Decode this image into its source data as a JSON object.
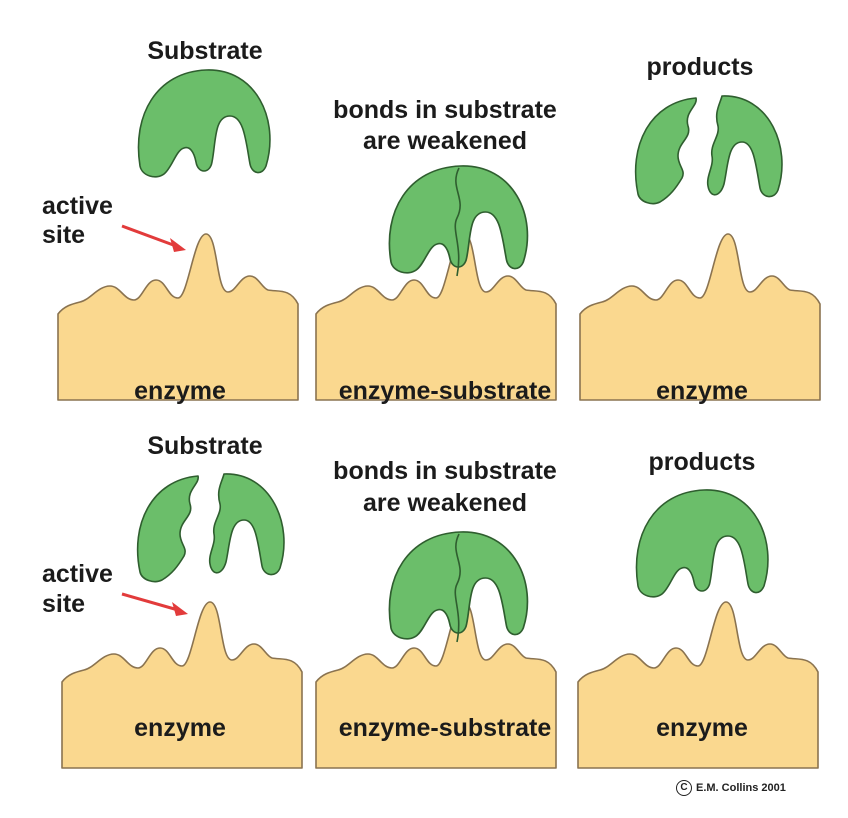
{
  "colors": {
    "enzyme_fill": "#FAD88F",
    "enzyme_stroke": "#8a7350",
    "substrate_fill": "#6BBE6A",
    "substrate_stroke": "#2f5e2f",
    "arrow": "#e23b3b",
    "text": "#1b1b1b"
  },
  "rows": [
    {
      "left_top_label": "Substrate",
      "active_site_label_line1": "active",
      "active_site_label_line2": "site",
      "left_bottom_label": "enzyme",
      "middle_top_label_line1": "bonds in substrate",
      "middle_top_label_line2": "are weakened",
      "middle_bottom_label": "enzyme-substrate",
      "right_top_label": "products",
      "right_bottom_label": "enzyme"
    },
    {
      "left_top_label": "Substrate",
      "active_site_label_line1": "active",
      "active_site_label_line2": "site",
      "left_bottom_label": "enzyme",
      "middle_top_label_line1": "bonds in substrate",
      "middle_top_label_line2": "are weakened",
      "middle_bottom_label": "enzyme-substrate",
      "right_top_label": "products",
      "right_bottom_label": "enzyme"
    }
  ],
  "copyright": {
    "symbol": "C",
    "text": "E.M. Collins 2001"
  }
}
